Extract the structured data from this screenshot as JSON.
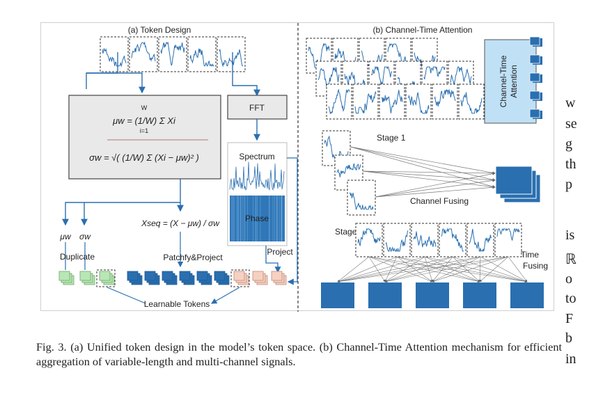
{
  "panel_a": {
    "title": "(a) Token Design",
    "fft_label": "FFT",
    "spectrum_label": "Spectrum",
    "phase_label": "Phase",
    "project_label": "Project",
    "mu_label": "μw",
    "sigma_label": "σw",
    "xseq_label": "Xseq = (X − μw) / σw",
    "duplicate_label": "Duplicate",
    "patchify_label": "Patchfy&Project",
    "tokens_label": "Learnable Tokens",
    "formula_mu": "μw = (1/W) Σ Xi",
    "formula_sigma": "σw = √( (1/W) Σ (Xi − μw)² )",
    "sum_upper": "W",
    "sum_lower": "i=1"
  },
  "panel_b": {
    "title": "(b) Channel-Time Attention",
    "attention_box_line1": "Channel-Time",
    "attention_box_line2": "Attention",
    "stage1_label": "Stage 1",
    "channel_fusing_label": "Channel Fusing",
    "stage2_label": "Stage 2",
    "time_fusing_line1": "Time",
    "time_fusing_line2": "Fusing"
  },
  "caption": "Fig. 3.  (a) Unified token design in the model’s token space. (b) Channel-Time Attention mechanism for efficient aggregation of variable-length and multi-channel signals.",
  "side_text": [
    "w",
    "se",
    "g",
    "th",
    "p",
    "is",
    "ℝ",
    "o",
    "to",
    "F",
    "b",
    "in"
  ],
  "colors": {
    "accent": "#2a6fb0",
    "box_fill": "#e9e9e9",
    "attention_fill": "#bfe0f5",
    "green_token": "#b9e6b5",
    "pink_token": "#f5d1c2"
  }
}
